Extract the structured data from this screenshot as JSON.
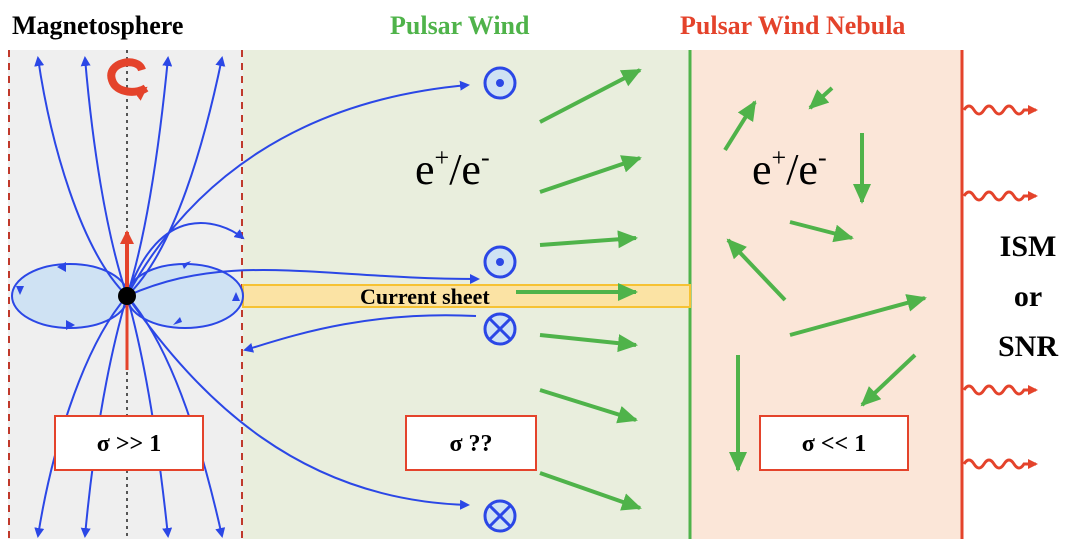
{
  "headers": {
    "magnetosphere": "Magnetosphere",
    "pulsar_wind": "Pulsar Wind",
    "pulsar_wind_nebula": "Pulsar Wind Nebula"
  },
  "particles": {
    "base": "e",
    "sup": "+",
    "slash": "/e",
    "sup2": "-"
  },
  "current_sheet": "Current sheet",
  "sigma": {
    "magnetosphere": "σ >> 1",
    "wind": "σ ??",
    "nebula": "σ << 1"
  },
  "surroundings": {
    "line1": "ISM",
    "line2": "or",
    "line3": "SNR"
  },
  "colors": {
    "magnetosphere_bg": "#efefef",
    "wind_bg": "#e9eedd",
    "nebula_bg": "#fbe6d8",
    "field_lines": "#2b47e6",
    "green": "#4fb34a",
    "red": "#e4432b",
    "current_sheet": "#f6c233",
    "lobe": "#cfe2f3"
  }
}
